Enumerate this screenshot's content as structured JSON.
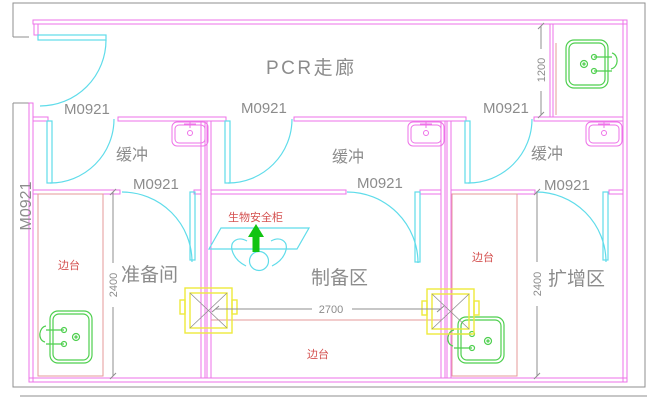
{
  "labels": {
    "corridor": "PCR走廊",
    "door": "M0921",
    "buffer_room": "缓冲",
    "prep_room": "准备间",
    "production_area": "制备区",
    "amplification_area": "扩增区",
    "side_bench": "边台",
    "biosafety_cabinet": "生物安全柜"
  },
  "dimensions": {
    "corridor_depth_mm": "1200",
    "prep_room_depth_mm": "2400",
    "production_width_mm": "2700",
    "amplification_depth_mm": "2400"
  },
  "colors": {
    "background": "#ffffff",
    "wall_magenta": "#ee72e8",
    "door_cyan": "#5fdcea",
    "line_gray": "#8f8f8f",
    "text_gray": "#8c8c8c",
    "red_text": "#d4504f",
    "bench_red": "#e59a9a",
    "green": "#4ecf4e",
    "arrow_green": "#12c412",
    "yellow": "#eeea3c"
  }
}
